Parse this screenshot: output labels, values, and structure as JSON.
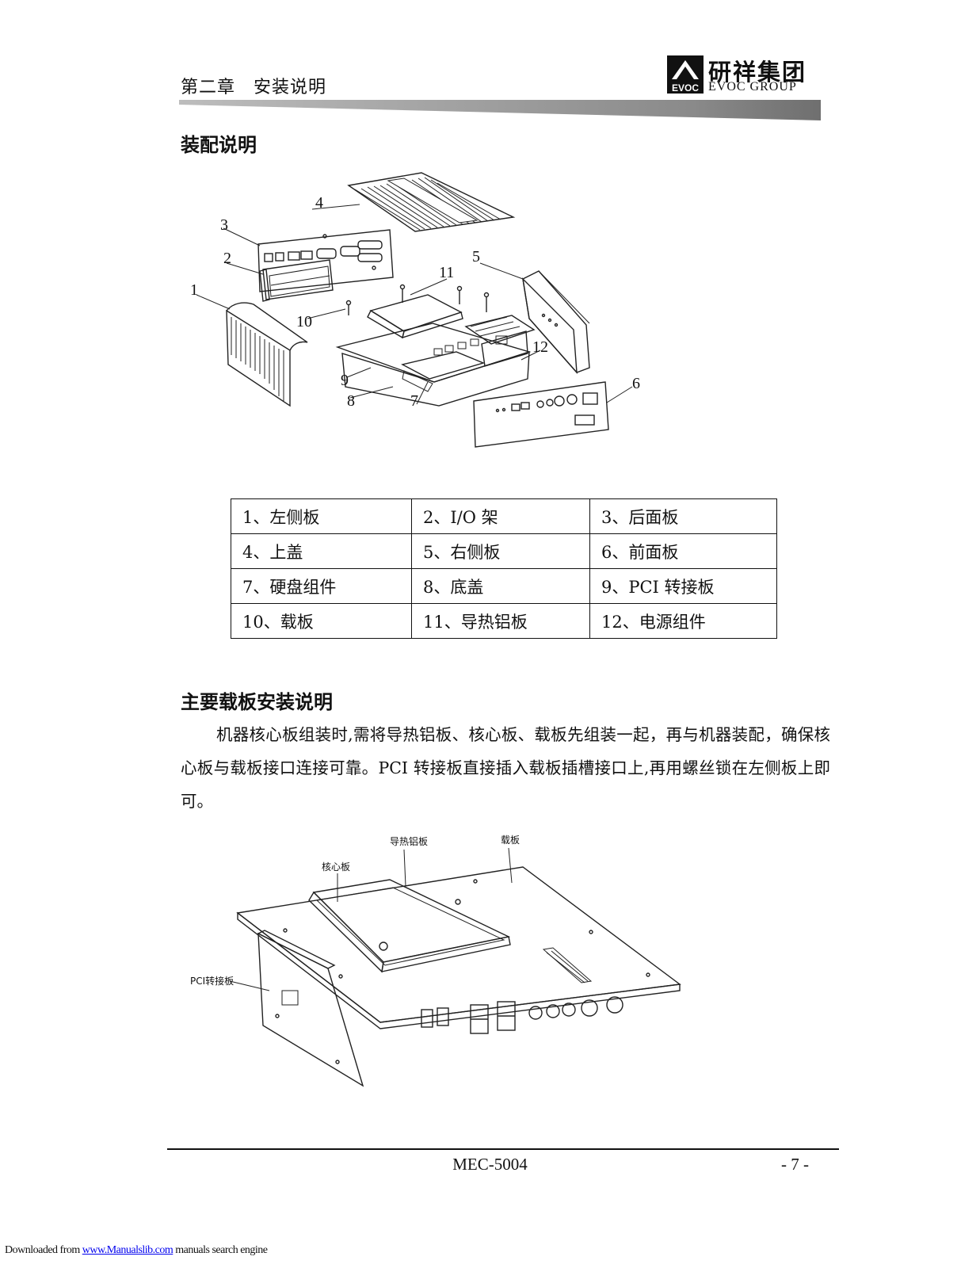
{
  "header": {
    "chapter": "第二章　安装说明",
    "logo_cn": "研祥集团",
    "logo_en": "EVOC GROUP",
    "logo_mark": "EVOC"
  },
  "section1": {
    "title": "装配说明",
    "callouts": [
      "1",
      "2",
      "3",
      "4",
      "5",
      "6",
      "7",
      "8",
      "9",
      "10",
      "11",
      "12"
    ]
  },
  "parts_table": {
    "rows": [
      [
        "1、左侧板",
        "2、I/O 架",
        "3、后面板"
      ],
      [
        "4、上盖",
        "5、右侧板",
        "6、前面板"
      ],
      [
        "7、硬盘组件",
        "8、底盖",
        "9、PCI 转接板"
      ],
      [
        "10、载板",
        "11、导热铝板",
        "12、电源组件"
      ]
    ]
  },
  "section2": {
    "title": "主要载板安装说明",
    "paragraph": "机器核心板组装时,需将导热铝板、核心板、载板先组装一起，再与机器装配，确保核心板与载板接口连接可靠。PCI 转接板直接插入载板插槽接口上,再用螺丝锁在左侧板上即可。",
    "labels": {
      "thermal_plate": "导热铝板",
      "carrier_board": "载板",
      "core_board": "核心板",
      "pci_riser": "PCI转接板"
    }
  },
  "footer": {
    "model": "MEC-5004",
    "page": "- 7 -",
    "download_prefix": "Downloaded from ",
    "download_link": "www.Manualslib.com",
    "download_suffix": " manuals search engine"
  }
}
